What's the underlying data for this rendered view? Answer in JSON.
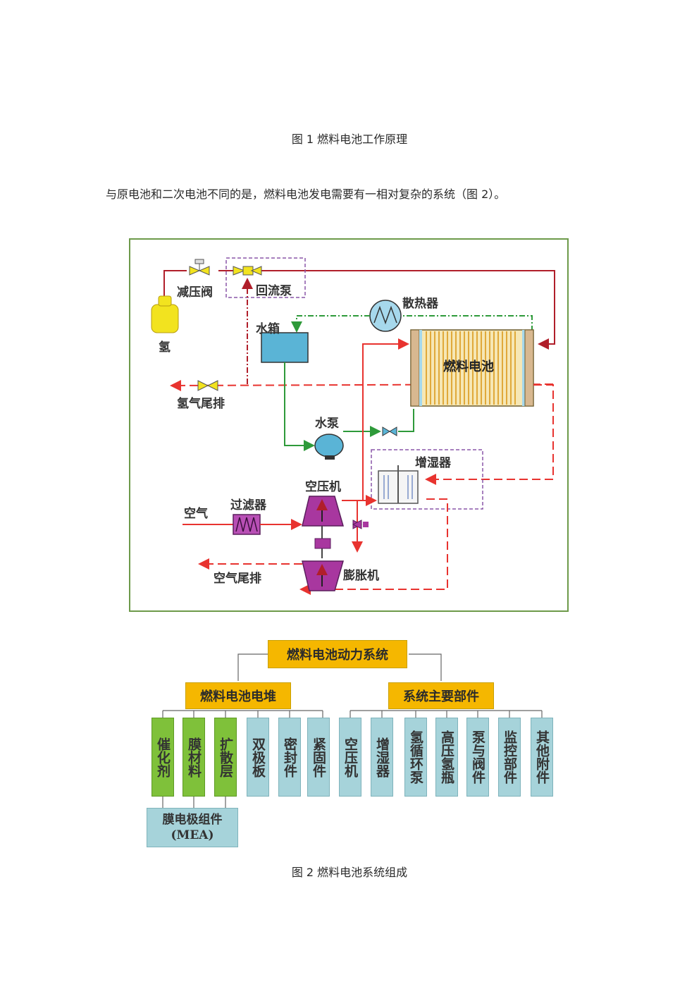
{
  "fig1_caption": "图 1 燃料电池工作原理",
  "paragraph": "与原电池和二次电池不同的是，燃料电池发电需要有一相对复杂的系统（图 2）。",
  "diagram": {
    "labels": {
      "pressure_valve": "减压阀",
      "return_pump": "回流泵",
      "hydrogen": "氢",
      "radiator": "散热器",
      "water_tank": "水箱",
      "fuel_cell": "燃料电池",
      "h2_exhaust": "氢气尾排",
      "water_pump": "水泵",
      "humidifier": "增湿器",
      "compressor": "空压机",
      "air": "空气",
      "filter": "过滤器",
      "air_exhaust": "空气尾排",
      "expander": "膨胀机"
    },
    "colors": {
      "hydrogen_line": "#b01e2a",
      "air_line": "#e8332f",
      "water_line": "#2e9a3a",
      "frame": "#6d9a4a",
      "device_purple": "#8a2c8f",
      "tank_blue": "#5ab4d6"
    }
  },
  "tree": {
    "root": "燃料电池动力系统",
    "stack": "燃料电池电堆",
    "parts": "系统主要部件",
    "stack_children": [
      "催化剂",
      "膜材料",
      "扩散层",
      "双极板",
      "密封件",
      "紧固件"
    ],
    "parts_children": [
      "空压机",
      "增湿器",
      "氢循环泵",
      "高压氢瓶",
      "泵与阀件",
      "监控部件",
      "其他附件"
    ],
    "mea_line1": "膜电极组件",
    "mea_line2": "(MEA)",
    "colors": {
      "root": "#f5b700",
      "green_leaf": "#7fc13a",
      "blue_leaf": "#a6d3da"
    }
  },
  "fig2_caption": "图 2 燃料电池系统组成"
}
